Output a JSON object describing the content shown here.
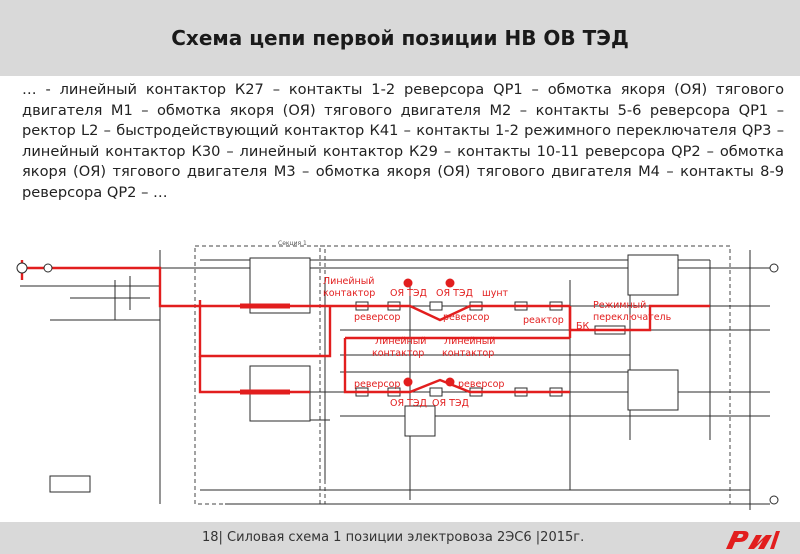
{
  "slide": {
    "title": "Схема цепи первой позиции НВ ОВ ТЭД",
    "description": "… - линейный контактор К27 – контакты 1-2 реверсора QP1 – обмотка якоря (ОЯ) тягового двигателя М1 – обмотка якоря (ОЯ) тягового двигателя М2 – контакты 5-6 реверсора QP1 – ректор L2 – быстродействующий контактор К41 – контакты 1-2 режимного переключателя QP3 – линейный контактор К30 – линейный контактор К29 – контакты 10-11 реверсора QP2 – обмотка якоря (ОЯ) тягового двигателя М3 – обмотка якоря (ОЯ) тягового двигателя М4 – контакты 8-9 реверсора QP2 – …"
  },
  "diagram": {
    "section_label": "Секция 1",
    "labels": {
      "line_contactor_top_1": "Линейный",
      "line_contactor_top_2": "контактор",
      "oya_ted_1": "ОЯ ТЭД",
      "oya_ted_2": "ОЯ ТЭД",
      "shunt": "шунт",
      "reversor_top_left": "реверсор",
      "reversor_top_right": "реверсор",
      "reactor": "реактор",
      "bk": "БК",
      "mode_switch_1": "Режимный",
      "mode_switch_2": "переключатель",
      "line_contactor_mid_a1": "Линейный",
      "line_contactor_mid_a2": "контактор",
      "line_contactor_mid_b1": "Линейный",
      "line_contactor_mid_b2": "контактор",
      "reversor_bottom_left": "реверсор",
      "reversor_bottom_right": "реверсор",
      "oya_ted_3": "ОЯ ТЭД",
      "oya_ted_4": "ОЯ ТЭД"
    },
    "colors": {
      "path": "#e21e1e",
      "wire": "#2b2b2b",
      "label": "#e21e1e"
    }
  },
  "footer": {
    "text": "18| Силовая схема 1 позиции электровоза 2ЭС6 |2015г.",
    "logo": "РЖД"
  }
}
